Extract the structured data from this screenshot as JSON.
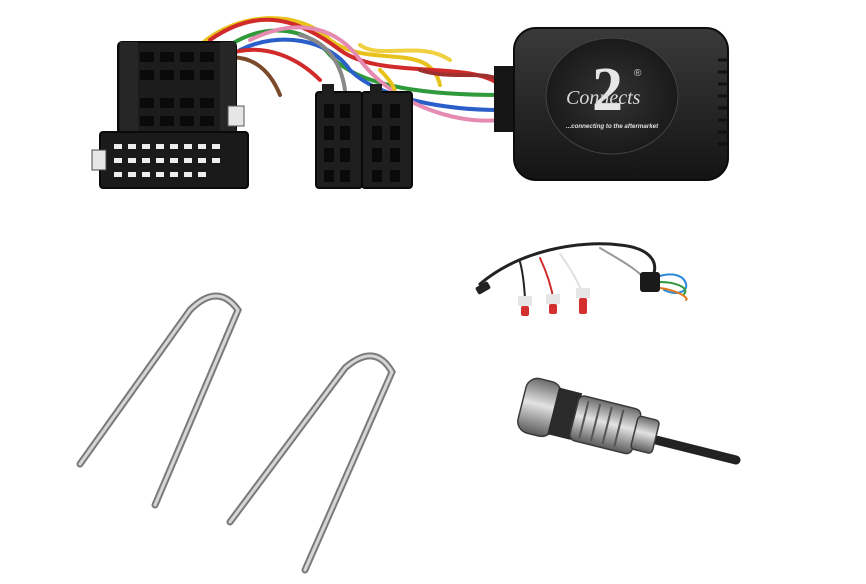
{
  "logo": {
    "numeral": "2",
    "wordmark": "Connects",
    "registered": "®",
    "tagline": "...connecting to the aftermarket"
  },
  "colors": {
    "background": "#ffffff",
    "module_body": "#2a2a2a",
    "connector": "#1c1c1c",
    "wire_red": "#d12a2a",
    "wire_yellow": "#e8c21a",
    "wire_green": "#2f9a3a",
    "wire_blue": "#2a5fc9",
    "wire_pink": "#e58ab0",
    "tool_metal": "#b8b8b8",
    "plug_tip_red": "#d43030"
  },
  "icons": [
    "steering-interface-module",
    "iso-harness",
    "release-key",
    "patch-lead",
    "antenna-adapter"
  ]
}
